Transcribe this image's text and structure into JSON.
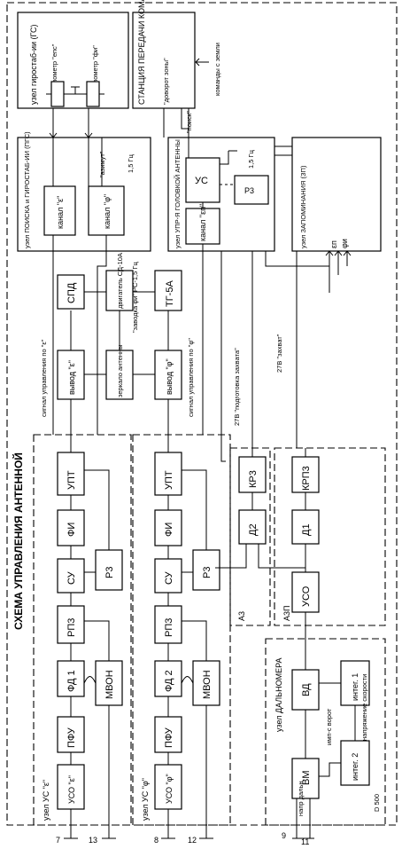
{
  "title": "СХЕМА УПРАВЛЕНИЯ АНТЕННОЙ",
  "nodes": {
    "gyro_node": "узел гиростаб-ии (ГС)",
    "pot_eps": "потенциометр \"епс\"",
    "pot_phi": "потенциометр \"фи\"",
    "station": "СТАНЦИЯ ПЕРЕДАЧИ КОМАНД",
    "zone_turn": "\"доворот зоны\"",
    "search": "\"поиск\"",
    "ground_cmd": "команды с земли",
    "pgs": "узел ПОИСКА и ГИРОСТАБ-ИИ (ПГС)",
    "azimuth": "\"азимут\"",
    "hz15a": "1,5 Гц",
    "hz15b": "1,5 Гц",
    "chan_eps": "канал \"ε\"",
    "chan_phi": "канал \"φ\"",
    "head_node": "узел УПР-Я ГОЛОВКОЙ АНТЕННЫ",
    "us": "УС",
    "r3_top": "Р3",
    "chan_eps_p": "канал \"εп\"",
    "memory_node": "узел ЗАПОМИНАНИЯ (ЗП)",
    "eps_p": "εп",
    "phi_p": "φи",
    "zavod": "\"заводка φи\" РС-1,5 Гц",
    "spd": "СПД",
    "motor": "двигатель СД-10А",
    "tg": "ТГ-5А",
    "sig_eps": "сигнал управления по \"ε\"",
    "sig_phi": "сигнал управления по \"φ\"",
    "out_eps": "вывод \"ε\"",
    "mirror": "зеркало антенны",
    "out_phi": "вывод \"φ\"",
    "prep_capture": "27В \"подготовка захвата\"",
    "capture": "27В \"захват\"",
    "node_us_eps": "узел УС \"ε\"",
    "node_us_phi": "узел УС \"φ\"",
    "upt": "УПТ",
    "fi": "ФИ",
    "su": "СУ",
    "r3": "Р3",
    "rpz": "РП3",
    "fd1": "ФД 1",
    "fd2": "ФД 2",
    "mvon": "МВОН",
    "pfu": "ПФУ",
    "uso_eps": "УСО \"ε\"",
    "uso_phi": "УСО \"φ\"",
    "krz": "КР3",
    "d2": "Д2",
    "az": "А3",
    "krpz": "КРП3",
    "d1": "Д1",
    "uso": "УСО",
    "azp": "А3П",
    "range_node": "узел ДАЛЬНОМЕРА",
    "vm": "ВМ",
    "vd": "ВД",
    "int1": "интег. 1",
    "int2": "интег. 2",
    "imp_vorot": "имп-с ворот",
    "nap_speed": "напряжение скорости",
    "nap_dist": "напр дальн",
    "d500": "D 500",
    "t7": "7",
    "t13": "13",
    "t8": "8",
    "t12": "12",
    "t9": "9",
    "t11": "11"
  }
}
